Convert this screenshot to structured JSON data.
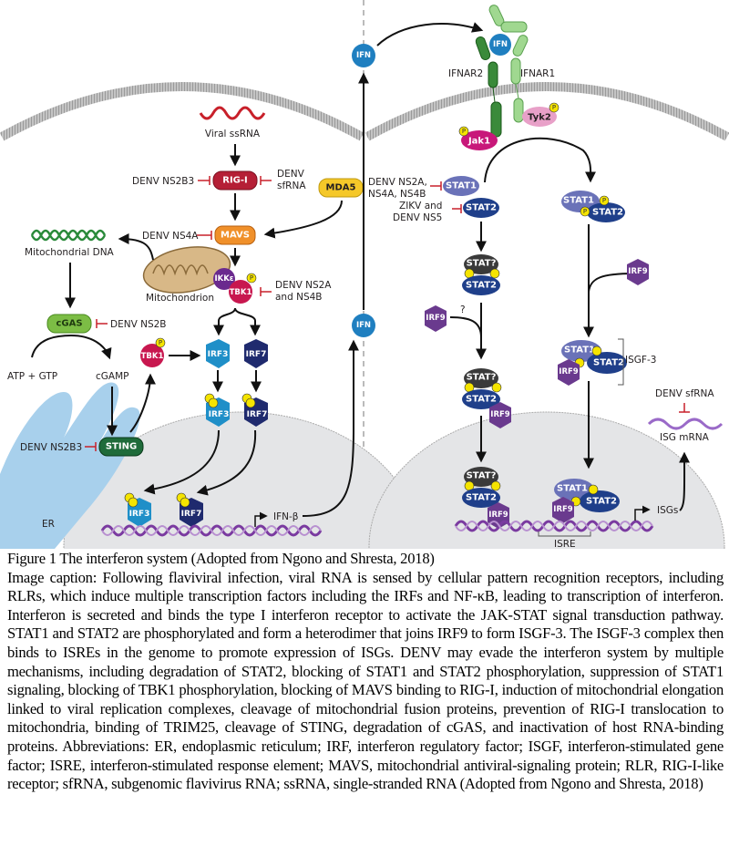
{
  "figure": {
    "title": "The interferon system — flaviviral sensing and JAK-STAT signaling diagram",
    "left_panel": {
      "viral_rna": "Viral ssRNA",
      "rig_i": "RIG-I",
      "mda5": "MDA5",
      "mavs": "MAVS",
      "mitochondrion": "Mitochondrion",
      "mito_dna": "Mitochondrial DNA",
      "ikke": "IKKε",
      "tbk1": "TBK1",
      "cgas": "cGAS",
      "atp_gtp": "ATP + GTP",
      "cgamp": "cGAMP",
      "sting": "STING",
      "er": "ER",
      "irf3": "IRF3",
      "irf7": "IRF7",
      "ifn_beta": "IFN-β",
      "ifn": "IFN",
      "p": "P",
      "inhibitors": {
        "rig_i_left": "DENV NS2B3",
        "rig_i_right_1": "DENV",
        "rig_i_right_2": "sfRNA",
        "mavs": "DENV NS4A",
        "tbk1_1": "DENV NS2A",
        "tbk1_2": "and NS4B",
        "cgas": "DENV NS2B",
        "sting": "DENV NS2B3"
      }
    },
    "right_panel": {
      "ifnar2": "IFNAR2",
      "ifnar1": "IFNAR1",
      "ifn": "IFN",
      "jak1": "Jak1",
      "tyk2": "Tyk2",
      "stat1": "STAT1",
      "stat2": "STAT2",
      "stat_unknown": "STAT?",
      "irf9": "IRF9",
      "question": "?",
      "isgf3": "ISGF-3",
      "isre": "ISRE",
      "isgs": "ISGs",
      "isg_mrna": "ISG mRNA",
      "denv_sfrna": "DENV sfRNA",
      "p": "P",
      "inhibitors": {
        "stat1_1": "DENV NS2A,",
        "stat1_2": "NS4A, NS4B",
        "stat2_1": "ZIKV and",
        "stat2_2": "DENV NS5"
      }
    },
    "colors": {
      "rig_i": "#b51f36",
      "mavs": "#f0902a",
      "mda5": "#f5c829",
      "cgas": "#7cbd45",
      "sting": "#1f6b3a",
      "tbk1": "#c8174f",
      "ikke": "#6a2a8e",
      "irf3": "#1f8fc8",
      "irf7": "#1f2a6e",
      "ifn": "#1f7fc0",
      "stat1": "#6a72b8",
      "stat2": "#1f3f8a",
      "stat_unknown": "#3a3a3a",
      "irf9": "#6a3a8e",
      "jak1": "#c8187a",
      "tyk2": "#e8a0c8",
      "inhibitor": "#c8202a",
      "membrane": "#b8b8b8",
      "nucleus": "#e4e5e7",
      "er": "#a8d0ec",
      "dna": "#7a3aa0"
    }
  },
  "caption": {
    "heading": "Figure 1 The interferon system (Adopted from Ngono and Shresta, 2018)",
    "body": "Image caption: Following flaviviral infection, viral RNA is sensed by cellular pattern recognition receptors, including RLRs, which induce multiple transcription factors including the IRFs and NF-κB, leading to transcription of interferon. Interferon is secreted and binds the type I interferon receptor to activate the JAK-STAT signal transduction pathway. STAT1  and STAT2 are phosphorylated and form a heterodimer that joins IRF9 to form ISGF-3. The ISGF-3 complex then binds to ISREs in the genome to promote expression of ISGs. DENV may evade the interferon system by multiple mechanisms, including degradation of STAT2, blocking of STAT1 and STAT2 phosphorylation, suppression of STAT1 signaling, blocking of TBK1 phosphorylation, blocking of MAVS binding to RIG-I, induction of mitochondrial elongation linked to viral replication complexes, cleavage of mitochondrial fusion proteins, prevention of RIG-I translocation to mitochondria, binding of TRIM25, cleavage of STING, degradation of cGAS, and inactivation of host RNA-binding proteins. Abbreviations: ER, endoplasmic reticulum; IRF, interferon regulatory factor; ISGF, interferon-stimulated gene factor; ISRE, interferon-stimulated response element; MAVS, mitochondrial antiviral-signaling protein; RLR, RIG-I-like receptor; sfRNA, subgenomic flavivirus RNA; ssRNA, single-stranded RNA (Adopted from Ngono and Shresta, 2018)"
  }
}
